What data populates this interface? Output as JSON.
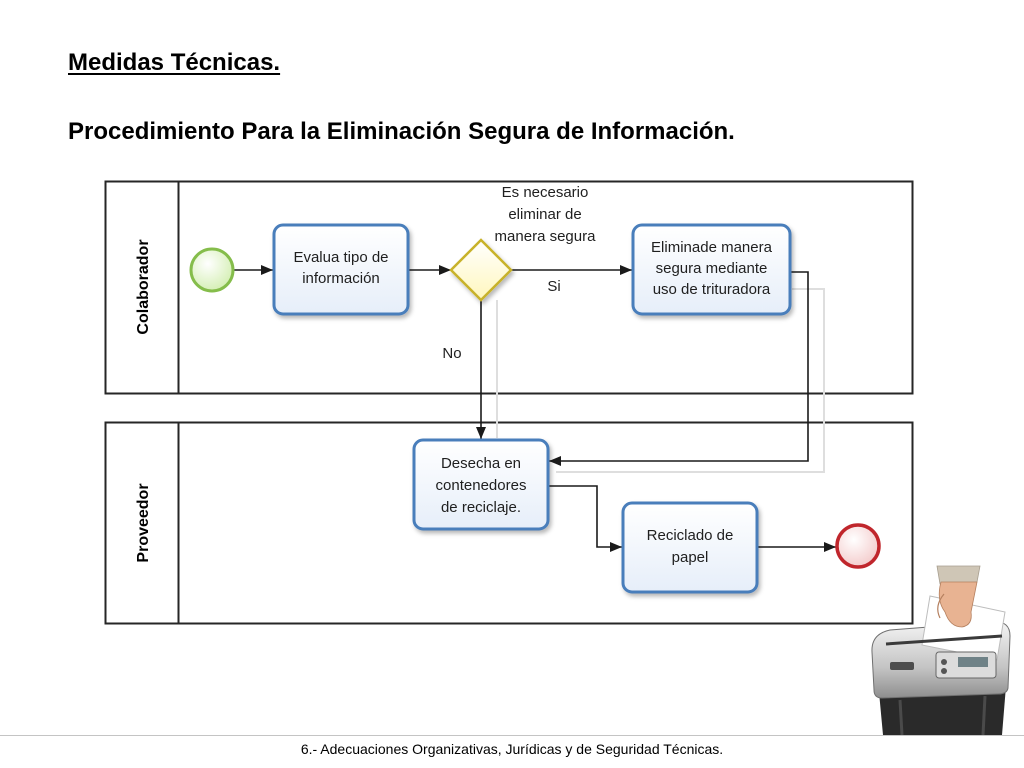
{
  "slide": {
    "heading": "Medidas Técnicas.",
    "subheading": "Procedimiento Para la Eliminación Segura de Información.",
    "footer": "6.- Adecuaciones Organizativas, Jurídicas y de Seguridad Técnicas."
  },
  "diagram": {
    "lanes": [
      {
        "label": "Colaborador"
      },
      {
        "label": "Proveedor"
      }
    ],
    "tasks": [
      {
        "lines": [
          "Evalua tipo de",
          "información"
        ]
      },
      {
        "lines": [
          "Eliminade manera",
          "segura mediante",
          "uso de trituradora"
        ]
      },
      {
        "lines": [
          "Desecha en",
          "contenedores",
          "de reciclaje."
        ]
      },
      {
        "lines": [
          "Reciclado de",
          "papel"
        ]
      }
    ],
    "gateway": {
      "question_lines": [
        "Es necesario",
        "eliminar de",
        "manera segura"
      ]
    },
    "flow_labels": {
      "yes": "Si",
      "no": "No"
    }
  },
  "icons": {
    "start_event": "start-event-icon",
    "gateway": "exclusive-gateway-icon",
    "end_event": "end-event-icon",
    "illustration": "paper-shredder-icon"
  },
  "colors": {
    "task_stroke": "#4a7ebb",
    "task_fill": "#e6eef9",
    "gateway_stroke": "#c8b22a",
    "gateway_fill": "#fff7bd",
    "start_stroke": "#85bd4b",
    "start_fill": "#d2eeb0",
    "end_stroke": "#c0262c",
    "end_fill": "#f3c9c9",
    "pool_stroke": "#262626",
    "flow_stroke": "#1a1a1a"
  }
}
